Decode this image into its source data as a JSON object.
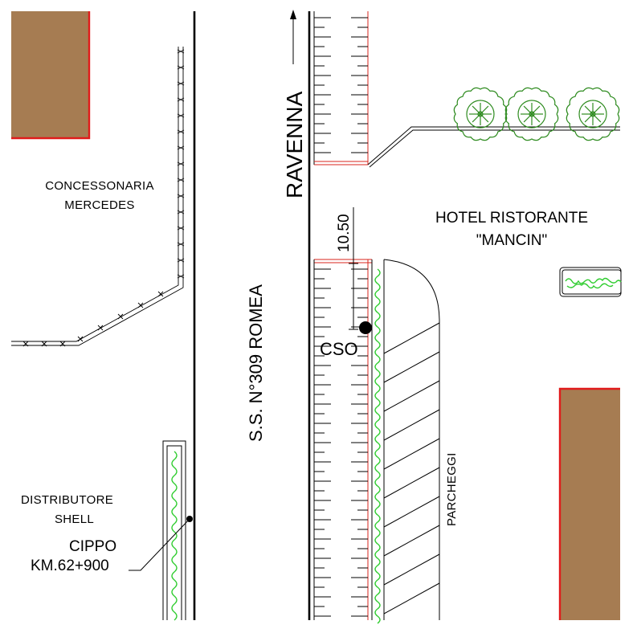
{
  "labels": {
    "dealer_line1": "CONCESSONARIA",
    "dealer_line2": "MERCEDES",
    "road_name": "S.S. N°309 ROMEA",
    "direction": "RAVENNA",
    "hotel_line1": "HOTEL RISTORANTE",
    "hotel_line2": "\"MANCIN\"",
    "dimension": "10.50",
    "cso": "CSO",
    "parking": "PARCHEGGI",
    "station_line1": "DISTRIBUTORE",
    "station_line2": "SHELL",
    "milestone_line1": "CIPPO",
    "milestone_line2": "KM.62+900"
  },
  "colors": {
    "building_fill": "#a67c52",
    "building_edge": "#e01b1b",
    "hedge": "#2ecc2e",
    "tree": "#2e8b1f",
    "curb": "#d9261c"
  },
  "icons": {
    "north_arrow": "arrow-up-icon",
    "tree": "tree-icon",
    "manhole": "filled-circle-icon"
  }
}
